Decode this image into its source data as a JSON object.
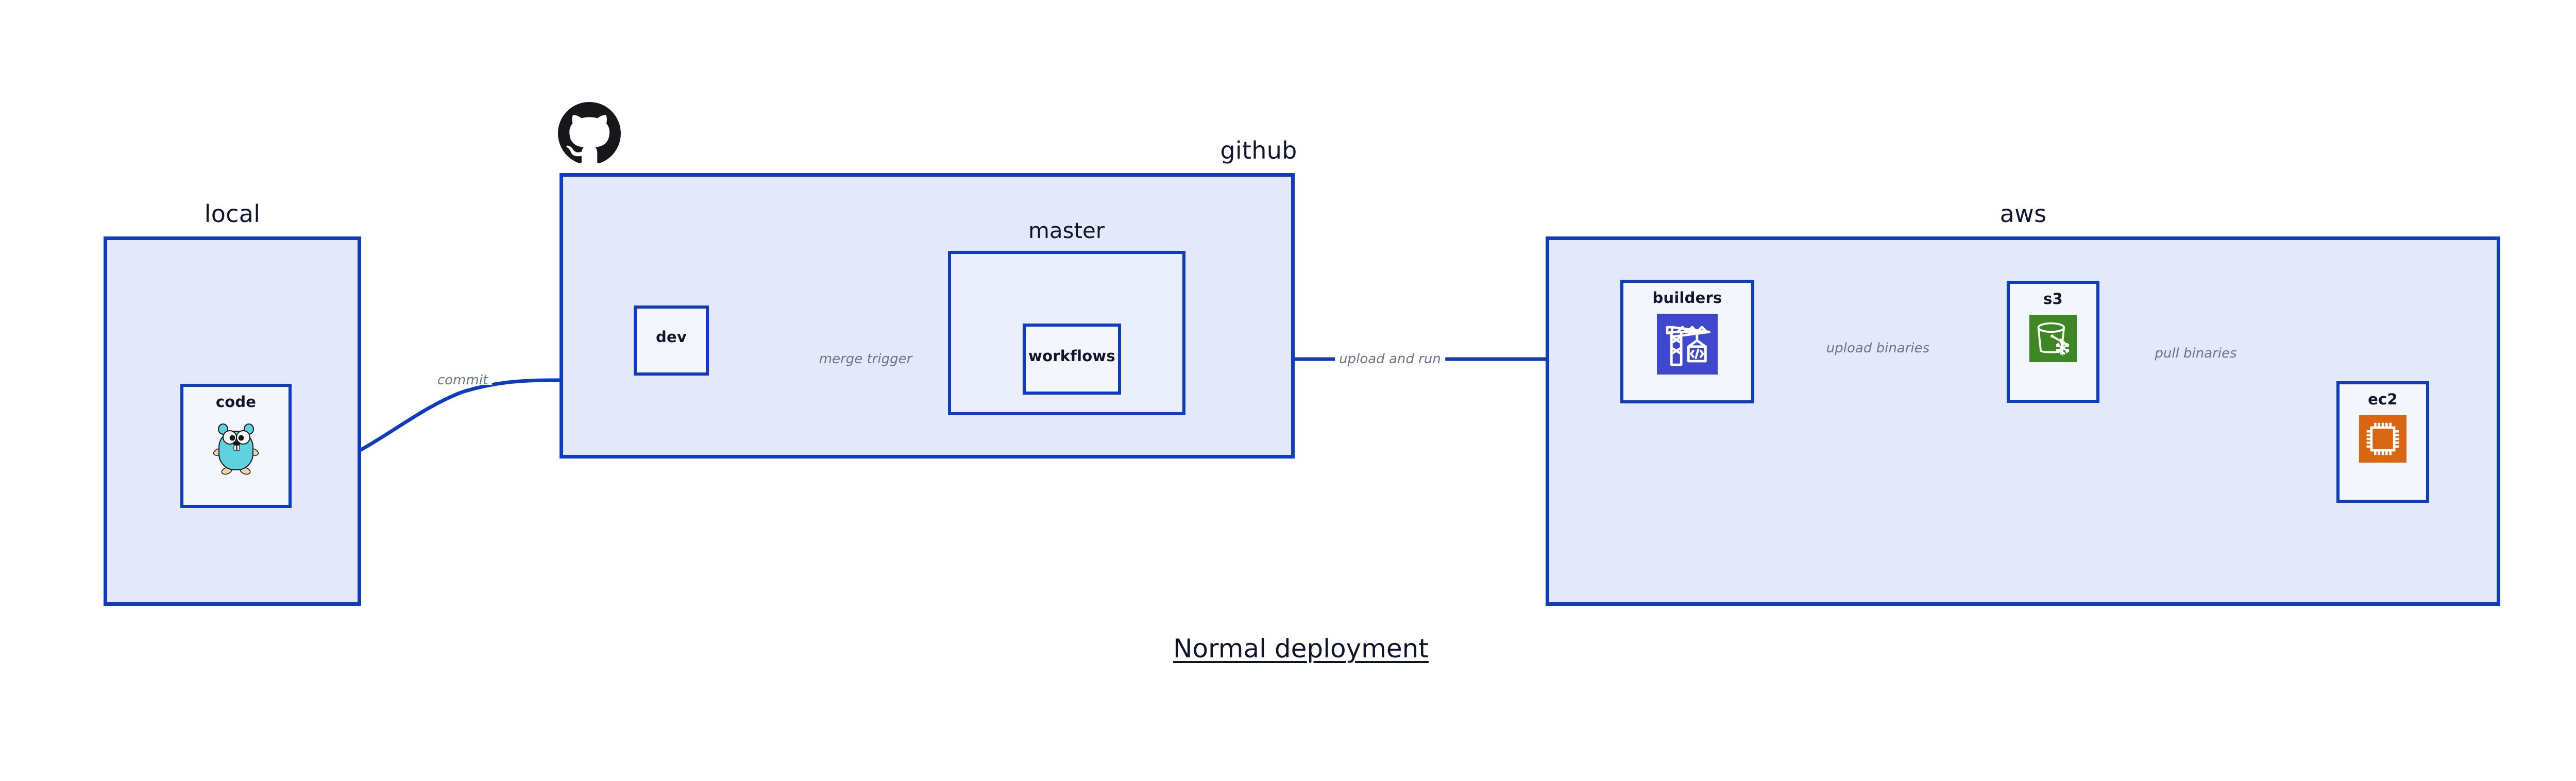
{
  "title": "Normal deployment",
  "colors": {
    "group_fill": "#e3e8fa",
    "group_border": "#0f3bc0",
    "subgroup_fill": "#eaeefb",
    "node_fill": "#f4f6fe",
    "edge_stroke": "#0f3bc0",
    "edge_label_text": "#6e7285",
    "text_dark": "#11152b",
    "codebuild_indigo": "#3f48cc",
    "s3_green": "#3f8624",
    "ec2_orange": "#d86613",
    "gopher_cyan": "#5ed3de",
    "octocat_black": "#17161a"
  },
  "groups": [
    {
      "id": "local",
      "label": "local"
    },
    {
      "id": "github",
      "label": "github"
    },
    {
      "id": "aws",
      "label": "aws"
    }
  ],
  "subgroups": [
    {
      "id": "master",
      "label": "master",
      "parent": "github"
    }
  ],
  "nodes": [
    {
      "id": "code",
      "label": "code",
      "parent": "local",
      "icon": "go-gopher-icon"
    },
    {
      "id": "dev",
      "label": "dev",
      "parent": "github",
      "icon": "none"
    },
    {
      "id": "workflows",
      "label": "workflows",
      "parent": "master",
      "icon": "none"
    },
    {
      "id": "builders",
      "label": "builders",
      "parent": "aws",
      "icon": "aws-codebuild-icon"
    },
    {
      "id": "s3",
      "label": "s3",
      "parent": "aws",
      "icon": "aws-s3-glacier-icon"
    },
    {
      "id": "ec2",
      "label": "ec2",
      "parent": "aws",
      "icon": "aws-ec2-icon"
    }
  ],
  "edges": [
    {
      "id": "commit",
      "label": "commit",
      "from": "code",
      "to": "dev",
      "style": "curved"
    },
    {
      "id": "merge-trigger",
      "label": "merge trigger",
      "from": "dev",
      "to": "workflows",
      "style": "straight"
    },
    {
      "id": "upload-and-run",
      "label": "upload and run",
      "from": "workflows",
      "to": "builders",
      "style": "straight"
    },
    {
      "id": "upload-binaries",
      "label": "upload binaries",
      "from": "builders",
      "to": "s3",
      "style": "straight"
    },
    {
      "id": "pull-binaries",
      "label": "pull binaries",
      "from": "s3",
      "to": "ec2",
      "style": "curved"
    }
  ],
  "logos": [
    {
      "id": "github-octocat",
      "name": "github-octocat-logo"
    }
  ]
}
